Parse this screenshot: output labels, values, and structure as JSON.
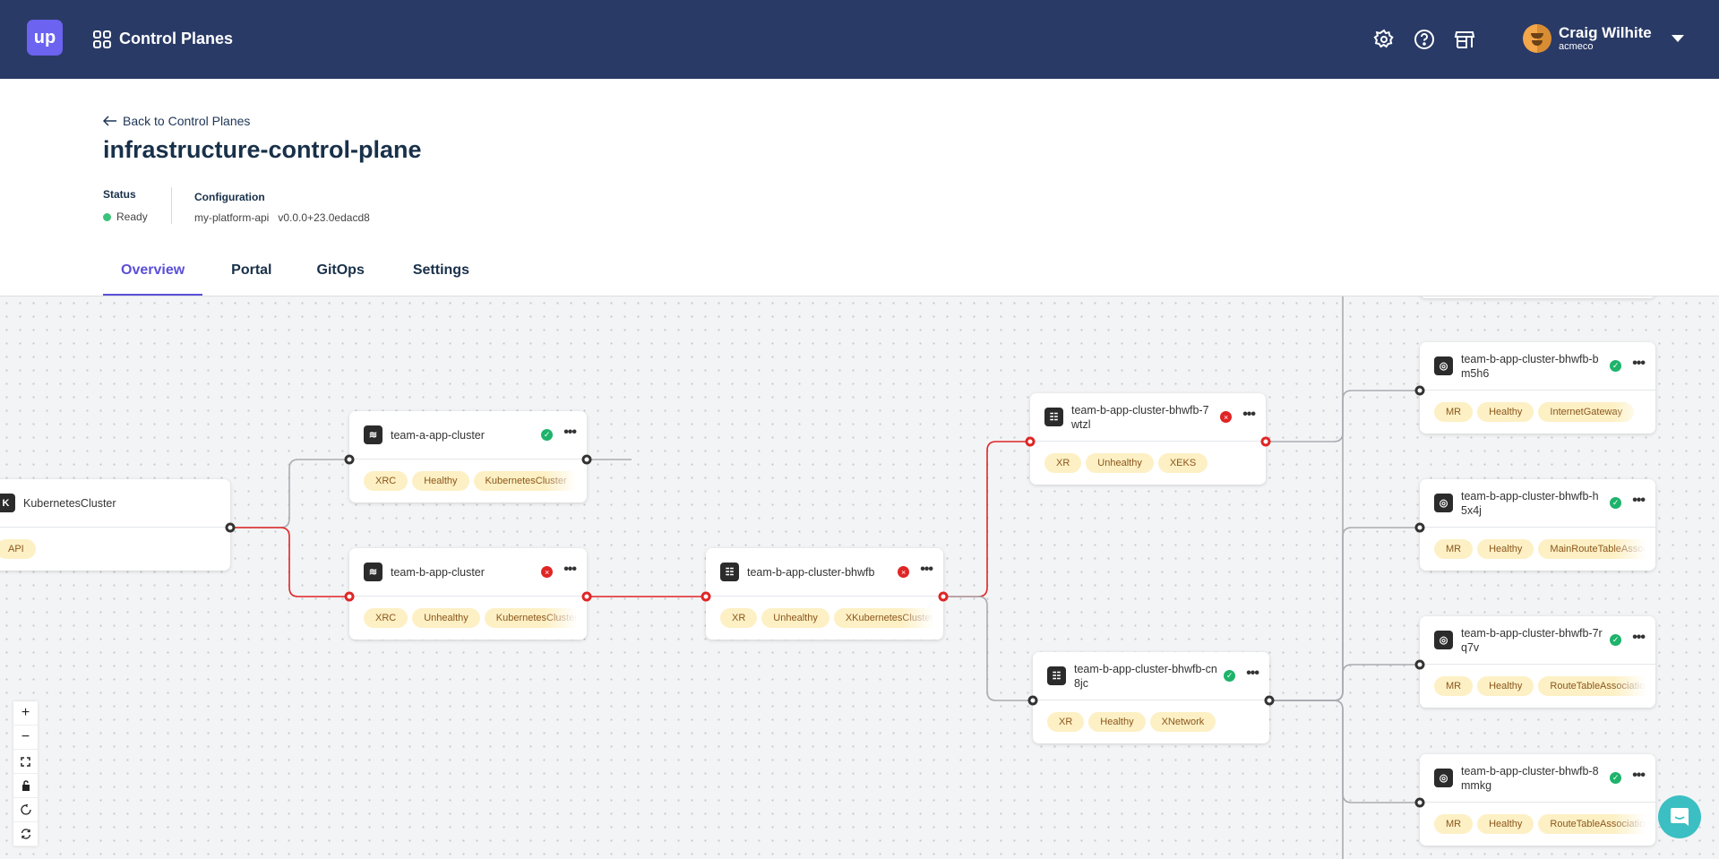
{
  "topbar": {
    "logo": "up",
    "section": "Control Planes",
    "icons": [
      "gear-icon",
      "help-icon",
      "marketplace-icon"
    ],
    "user": {
      "name": "Craig Wilhite",
      "org": "acmeco"
    }
  },
  "page": {
    "back": "Back to Control Planes",
    "title": "infrastructure-control-plane",
    "status_label": "Status",
    "status": "Ready",
    "status_color": "#3bc27b",
    "config_label": "Configuration",
    "config_name": "my-platform-api",
    "config_version": "v0.0.0+23.0edacd8"
  },
  "tabs": [
    {
      "label": "Overview",
      "active": true
    },
    {
      "label": "Portal"
    },
    {
      "label": "GitOps"
    },
    {
      "label": "Settings"
    }
  ],
  "nodes": [
    {
      "name": "KubernetesCluster",
      "icon": "K",
      "status": null,
      "tags": [
        "API"
      ]
    },
    {
      "name": "team-a-app-cluster",
      "icon": "layers",
      "status": "healthy",
      "tags": [
        "XRC",
        "Healthy",
        "KubernetesCluster"
      ]
    },
    {
      "name": "team-b-app-cluster",
      "icon": "layers",
      "status": "unhealthy",
      "tags": [
        "XRC",
        "Unhealthy",
        "KubernetesCluster"
      ]
    },
    {
      "name": "team-b-app-cluster-bhwfb",
      "icon": "list",
      "status": "unhealthy",
      "tags": [
        "XR",
        "Unhealthy",
        "XKubernetesCluster"
      ]
    },
    {
      "name": "team-b-app-cluster-bhwfb-7wtzl",
      "icon": "list",
      "status": "unhealthy",
      "tags": [
        "XR",
        "Unhealthy",
        "XEKS"
      ]
    },
    {
      "name": "team-b-app-cluster-bhwfb-cn8jc",
      "icon": "list",
      "status": "healthy",
      "tags": [
        "XR",
        "Healthy",
        "XNetwork"
      ]
    },
    {
      "name": "team-b-app-cluster-bhwfb-bm5h6",
      "icon": "target",
      "status": "healthy",
      "tags": [
        "MR",
        "Healthy",
        "InternetGateway"
      ]
    },
    {
      "name": "team-b-app-cluster-bhwfb-h5x4j",
      "icon": "target",
      "status": "healthy",
      "tags": [
        "MR",
        "Healthy",
        "MainRouteTableAssociation"
      ]
    },
    {
      "name": "team-b-app-cluster-bhwfb-7rq7v",
      "icon": "target",
      "status": "healthy",
      "tags": [
        "MR",
        "Healthy",
        "RouteTableAssociation"
      ]
    },
    {
      "name": "team-b-app-cluster-bhwfb-8mmkg",
      "icon": "target",
      "status": "healthy",
      "tags": [
        "MR",
        "Healthy",
        "RouteTableAssociation"
      ]
    }
  ],
  "colors": {
    "healthy": "#1eb36b",
    "unhealthy": "#e02525",
    "accent": "#5a4fd8",
    "topbar": "#293a66",
    "tag": "#fdf0c4"
  },
  "zoom_controls": [
    "zoom-in",
    "zoom-out",
    "fit-view",
    "lock",
    "rotate",
    "refresh"
  ]
}
